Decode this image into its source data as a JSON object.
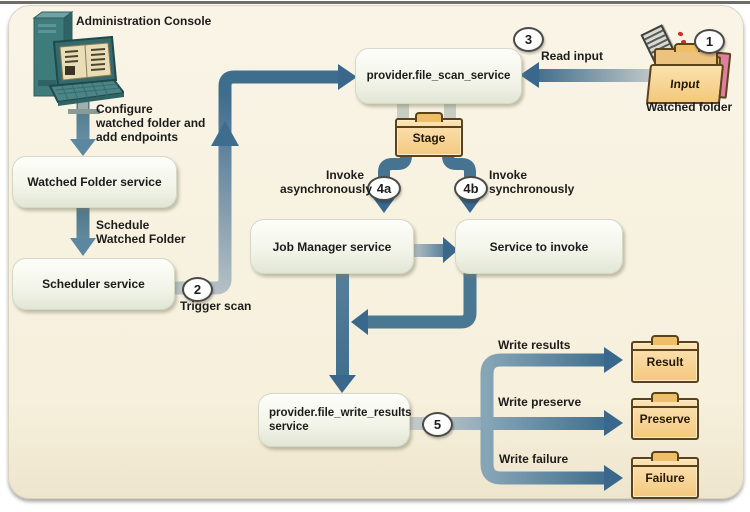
{
  "frame": {
    "panel_fill": "#f7f1de",
    "top_edge_color": "#54524c",
    "background": "#ffffff"
  },
  "colors": {
    "pipe_dark": "#3f6d8d",
    "pipe_light": "#b9c3c8",
    "connector_gray": "#cacdc2",
    "folder_fill": "#f6d094",
    "folder_border": "#5a431c",
    "service_box_top": "#fdfefa",
    "service_box_bottom": "#e2e6d5",
    "badge_border": "#4a4a46",
    "computer_teal": "#3e7b7b",
    "doc_motion_marks_red": "#c6332b"
  },
  "nodes": {
    "admin_console": {
      "label": "Administration Console"
    },
    "watched_folder_service": {
      "label": "Watched Folder service"
    },
    "scheduler_service": {
      "label": "Scheduler service"
    },
    "file_scan_service": {
      "label": "provider.file_scan_service"
    },
    "job_manager_service": {
      "label": "Job Manager service"
    },
    "service_to_invoke": {
      "label": "Service to invoke"
    },
    "file_write_results_service": {
      "line1": "provider.file_write_results",
      "line2": "service"
    }
  },
  "folders": {
    "input": {
      "label": "Input",
      "caption": "Watched folder"
    },
    "stage": {
      "label": "Stage"
    },
    "result": {
      "label": "Result"
    },
    "preserve": {
      "label": "Preserve"
    },
    "failure": {
      "label": "Failure"
    }
  },
  "steps": {
    "s1": "1",
    "s2": "2",
    "s3": "3",
    "s4a": "4a",
    "s4b": "4b",
    "s5": "5"
  },
  "edge_labels": {
    "configure": {
      "line1": "Configure",
      "line2": "watched folder and",
      "line3": "add endpoints"
    },
    "schedule": {
      "line1": "Schedule",
      "line2": "Watched Folder"
    },
    "trigger_scan": "Trigger scan",
    "read_input": "Read input",
    "invoke_async": {
      "line1": "Invoke",
      "line2": "asynchronously"
    },
    "invoke_sync": {
      "line1": "Invoke",
      "line2": "synchronously"
    },
    "write_results": "Write results",
    "write_preserve": "Write preserve",
    "write_failure": "Write failure"
  }
}
